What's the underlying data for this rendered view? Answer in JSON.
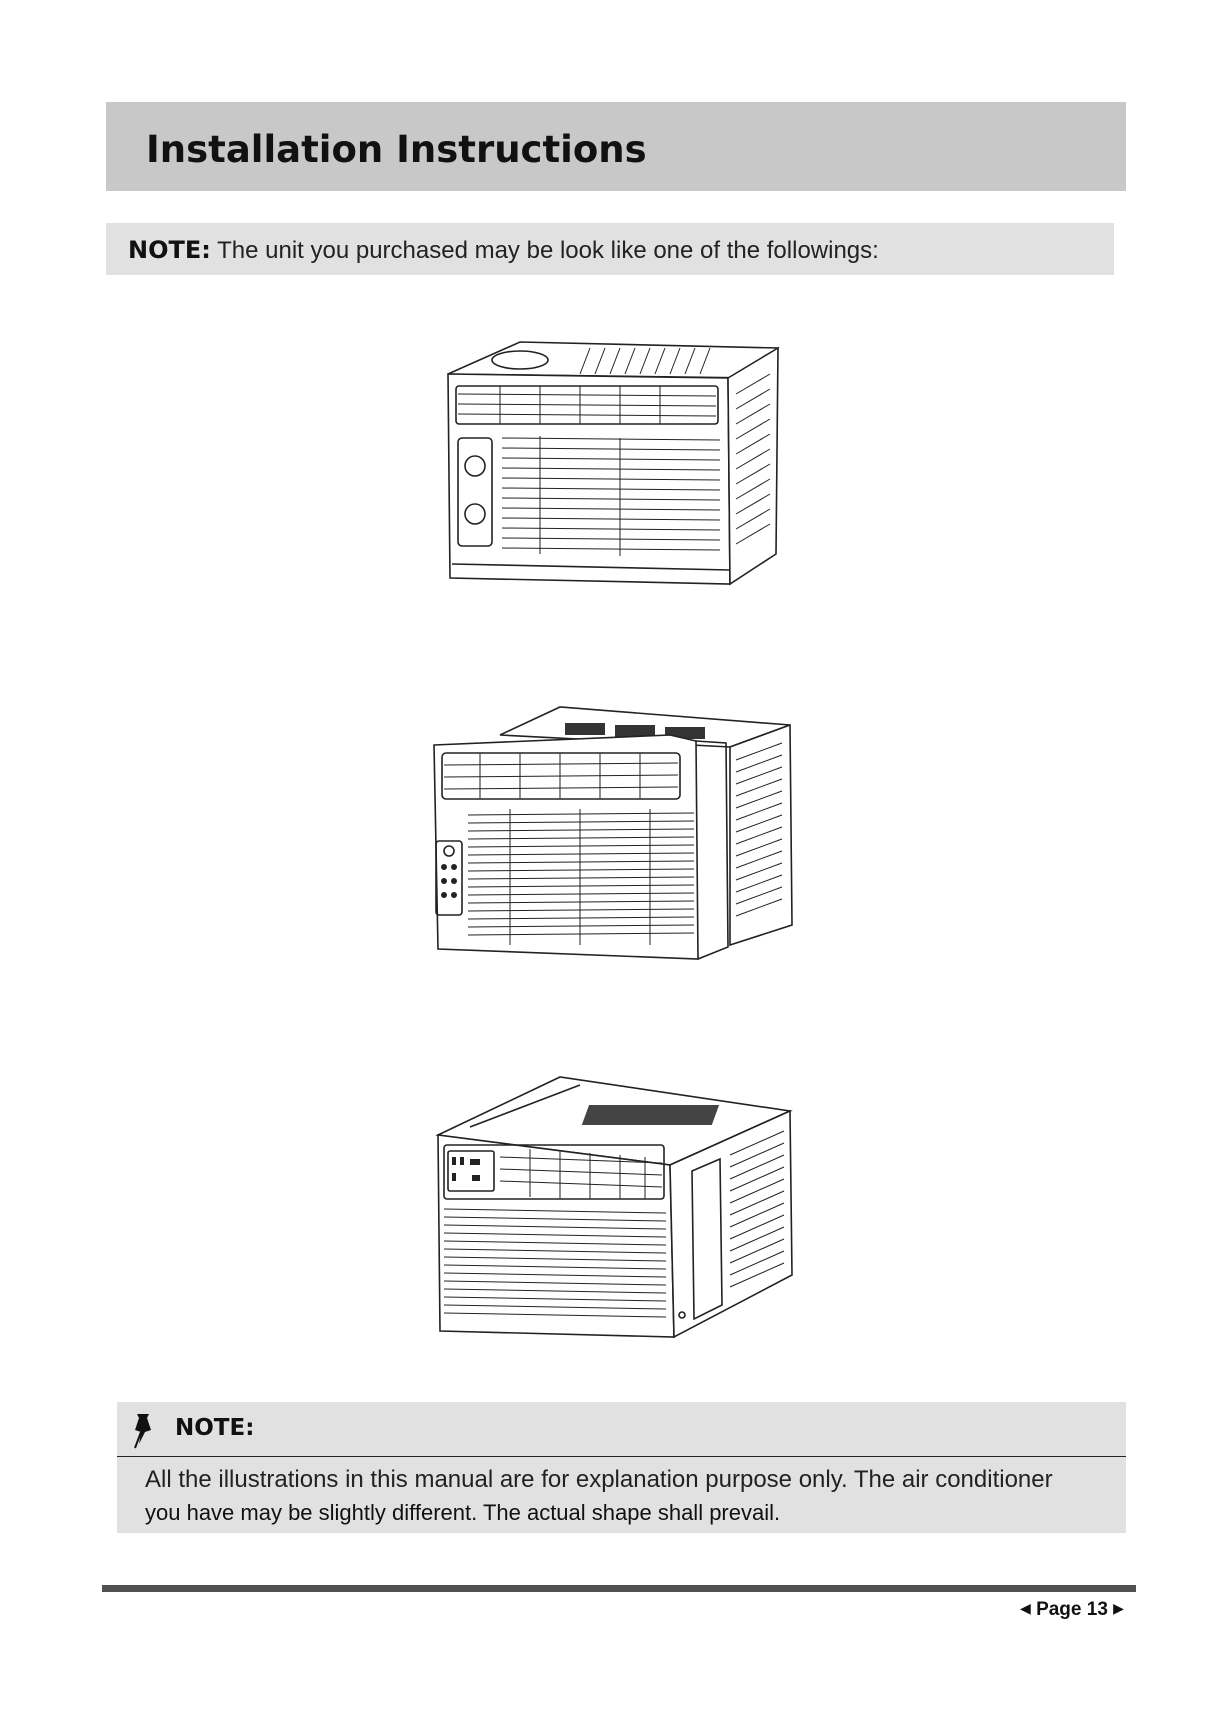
{
  "header": {
    "title": "Installation Instructions"
  },
  "note_top": {
    "label": "NOTE:",
    "text": "The unit you purchased may be look like one of the followings:"
  },
  "figures": [
    {
      "icon": "window-air-conditioner-small-icon"
    },
    {
      "icon": "window-air-conditioner-medium-icon"
    },
    {
      "icon": "window-air-conditioner-large-icon"
    }
  ],
  "note_bottom": {
    "icon": "pushpin-icon",
    "label": "NOTE:",
    "line1": "All the illustrations in this manual are for explanation purpose only. The air conditioner",
    "line2": "you have may be slightly different. The actual shape shall prevail."
  },
  "footer": {
    "prev_icon": "triangle-left-icon",
    "page_label": "Page 13",
    "next_icon": "triangle-right-icon"
  }
}
